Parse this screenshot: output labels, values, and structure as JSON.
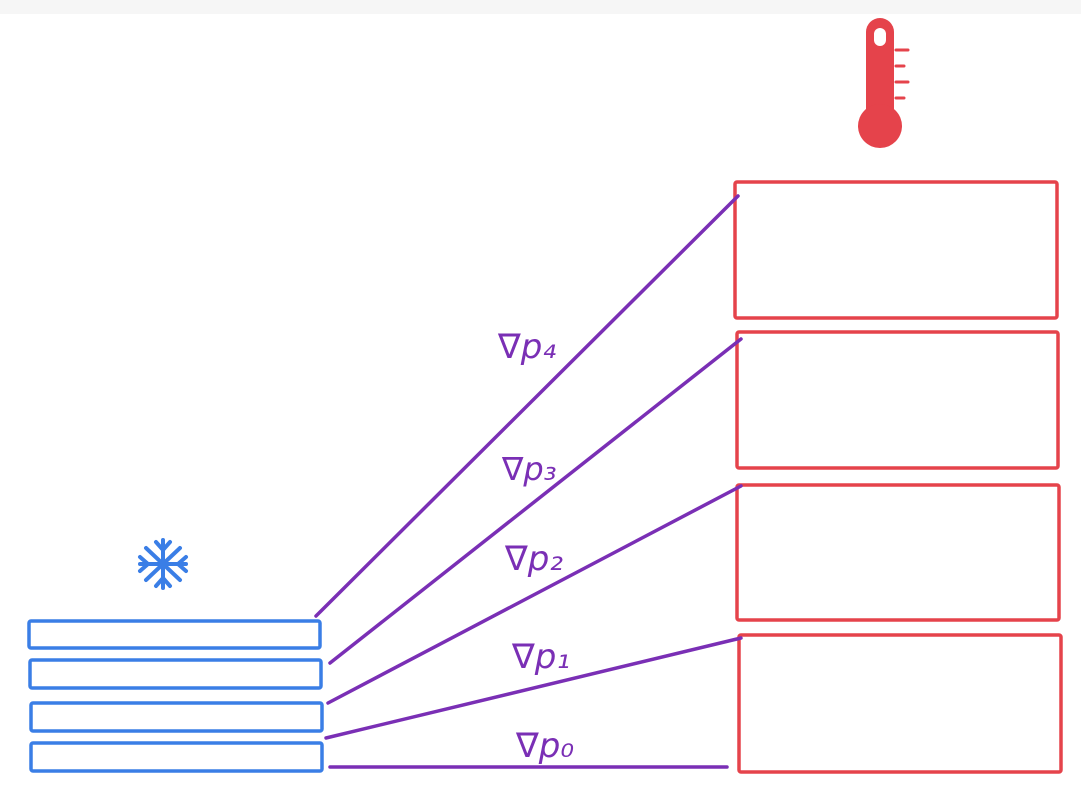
{
  "colors": {
    "cold": "#3a7ee6",
    "hot": "#e5434b",
    "link": "#7a2fb5"
  },
  "icons": {
    "cold": "snowflake-icon",
    "hot": "thermometer-icon"
  },
  "labels": {
    "g0": "∇p₀",
    "g1": "∇p₁",
    "g2": "∇p₂",
    "g3": "∇p₃",
    "g4": "∇p₄"
  }
}
